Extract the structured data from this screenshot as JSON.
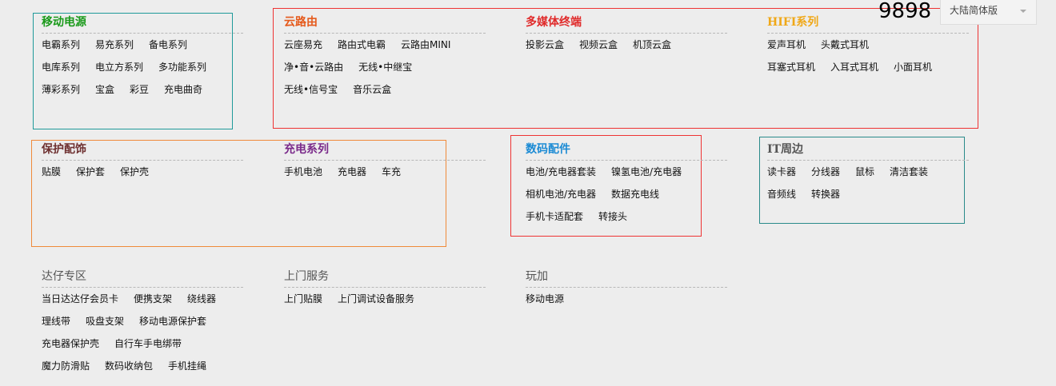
{
  "header": {
    "number_fragment": "9898",
    "language_select": "大陆简体版",
    "language_icon": "chevron-down-icon"
  },
  "sections": [
    {
      "title": "移动电源",
      "color": "#1a9a1a",
      "rows": [
        [
          "电霸系列",
          "易充系列",
          "备电系列"
        ],
        [
          "电库系列",
          "电立方系列",
          "多功能系列"
        ],
        [
          "薄彩系列",
          "宝盒",
          "彩豆",
          "充电曲奇"
        ]
      ]
    },
    {
      "title": "云路由",
      "color": "#e55a1c",
      "rows": [
        [
          "云座易充",
          "路由式电霸",
          "云路由MINI"
        ],
        [
          "净•音•云路由",
          "无线•中继宝"
        ],
        [
          "无线•信号宝",
          "音乐云盒"
        ]
      ]
    },
    {
      "title": "多媒体终端",
      "color": "#e02a2a",
      "rows": [
        [
          "投影云盒",
          "视频云盒",
          "机顶云盒"
        ]
      ]
    },
    {
      "title": "HIFI系列",
      "color": "#f0a818",
      "rows": [
        [
          "爱声耳机",
          "头戴式耳机"
        ],
        [
          "耳塞式耳机",
          "入耳式耳机",
          "小面耳机"
        ]
      ]
    },
    {
      "title": "保护配饰",
      "color": "#6e3030",
      "rows": [
        [
          "贴膜",
          "保护套",
          "保护壳"
        ]
      ]
    },
    {
      "title": "充电系列",
      "color": "#7a2a8a",
      "rows": [
        [
          "手机电池",
          "充电器",
          "车充"
        ]
      ]
    },
    {
      "title": "数码配件",
      "color": "#1a8ad4",
      "rows": [
        [
          "电池/充电器套装",
          "镍氢电池/充电器"
        ],
        [
          "相机电池/充电器",
          "数据充电线"
        ],
        [
          "手机卡适配套",
          "转接头"
        ]
      ]
    },
    {
      "title": "IT周边",
      "color": "#555555",
      "rows": [
        [
          "读卡器",
          "分线器",
          "鼠标",
          "清洁套装"
        ],
        [
          "音频线",
          "转换器"
        ]
      ]
    },
    {
      "title": "达仔专区",
      "color": "#555555",
      "rows": [
        [
          "当日达达仔会员卡",
          "便携支架",
          "绕线器"
        ],
        [
          "理线带",
          "吸盘支架",
          "移动电源保护套"
        ],
        [
          "充电器保护壳",
          "自行车手电绑带"
        ],
        [
          "魔力防滑贴",
          "数码收纳包",
          "手机挂绳"
        ]
      ]
    },
    {
      "title": "上门服务",
      "color": "#555555",
      "rows": [
        [
          "上门贴膜",
          "上门调试设备服务"
        ]
      ]
    },
    {
      "title": "玩加",
      "color": "#555555",
      "rows": [
        [
          "移动电源"
        ]
      ]
    }
  ],
  "box_colors": {
    "teal": "#1f9a9a",
    "red": "#ee3333",
    "orange": "#f08a3a",
    "it": "#2a8a8a"
  }
}
